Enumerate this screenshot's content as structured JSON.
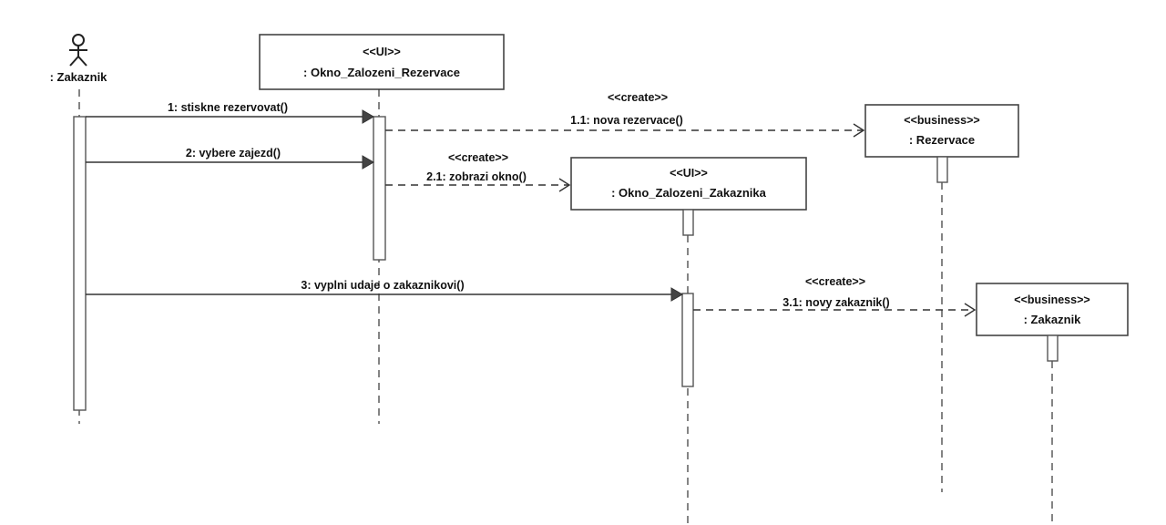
{
  "actor": {
    "name": ": Zakaznik"
  },
  "objects": [
    {
      "stereotype": "<<UI>>",
      "name": ": Okno_Zalozeni_Rezervace"
    },
    {
      "stereotype": "<<business>>",
      "name": ": Rezervace"
    },
    {
      "stereotype": "<<UI>>",
      "name": ": Okno_Zalozeni_Zakaznika"
    },
    {
      "stereotype": "<<business>>",
      "name": ": Zakaznik"
    }
  ],
  "messages": [
    {
      "label": "1: stiskne rezervovat()"
    },
    {
      "stereotype": "<<create>>",
      "label": "1.1: nova rezervace()"
    },
    {
      "label": "2: vybere zajezd()"
    },
    {
      "stereotype": "<<create>>",
      "label": "2.1: zobrazi okno()"
    },
    {
      "label": "3: vyplni udaje o zakaznikovi()"
    },
    {
      "stereotype": "<<create>>",
      "label": "3.1: novy zakaznik()"
    }
  ]
}
